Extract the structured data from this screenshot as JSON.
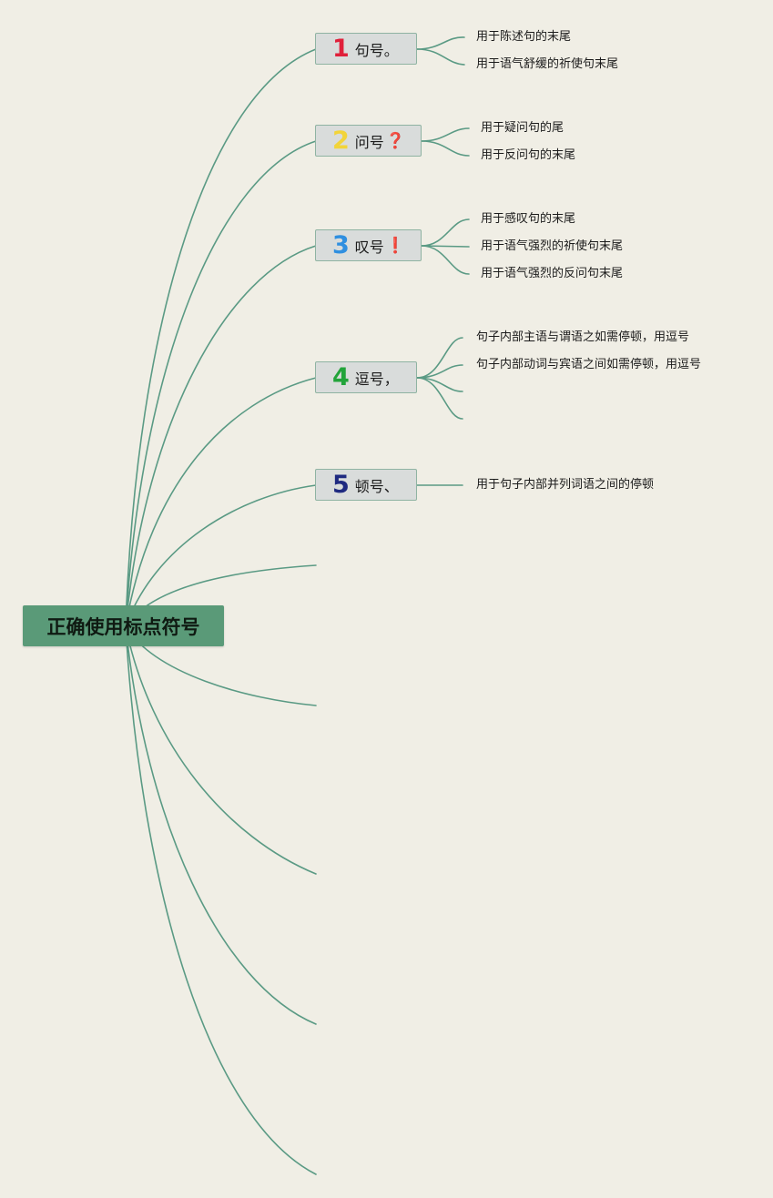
{
  "root": {
    "label": "正确使用标点符号"
  },
  "branches": [
    {
      "num": "1",
      "num_color": "#e0203a",
      "label": "句号。",
      "mark": "",
      "leaves": [
        "用于陈述句的末尾",
        "用于语气舒缓的祈使句末尾"
      ]
    },
    {
      "num": "2",
      "num_color": "#f2d43a",
      "label": "问号",
      "mark": "❓",
      "mark_color": "#e0203a",
      "leaves": [
        "用于疑问句的尾",
        "用于反问句的末尾"
      ]
    },
    {
      "num": "3",
      "num_color": "#2f8fe0",
      "label": "叹号",
      "mark": "❗",
      "mark_color": "#e0203a",
      "leaves": [
        "用于感叹句的末尾",
        "用于语气强烈的祈使句末尾",
        "用于语气强烈的反问句末尾"
      ]
    },
    {
      "num": "4",
      "num_color": "#22a43a",
      "label": "逗号，",
      "mark": "",
      "leaves": [
        "句子内部主语与谓语之如需停顿，用逗号",
        "句子内部动词与宾语之间如需停顿，用逗号"
      ]
    },
    {
      "num": "5",
      "num_color": "#1f2a80",
      "label": "顿号、",
      "mark": "",
      "leaves": [
        "用于句子内部并列词语之间的停顿"
      ]
    }
  ],
  "colors": {
    "line": "#5a9a84"
  }
}
